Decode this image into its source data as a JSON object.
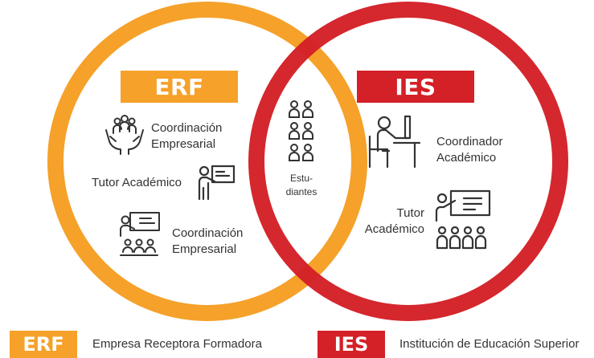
{
  "colors": {
    "erf": "#f5a12a",
    "ies": "#d42027",
    "text": "#333333"
  },
  "erf": {
    "title": "ERF",
    "items": [
      {
        "icon": "people-hands-icon",
        "line1": "Coordinación",
        "line2": "Empresarial"
      },
      {
        "icon": "presenter-board-icon",
        "label": "Tutor Académico"
      },
      {
        "icon": "trainer-group-icon",
        "line1": "Coordinación",
        "line2": "Empresarial"
      }
    ]
  },
  "ies": {
    "title": "IES",
    "items": [
      {
        "icon": "person-at-desk-icon",
        "line1": "Coordinador",
        "line2": "Académico"
      },
      {
        "icon": "teacher-classroom-icon",
        "line1": "Tutor",
        "line2": "Académico"
      }
    ]
  },
  "overlap": {
    "icon": "students-icon",
    "line1": "Estu-",
    "line2": "diantes"
  },
  "legend": {
    "erf_abbr": "ERF",
    "erf_full": "Empresa Receptora Formadora",
    "ies_abbr": "IES",
    "ies_full": "Institución de Educación Superior"
  }
}
